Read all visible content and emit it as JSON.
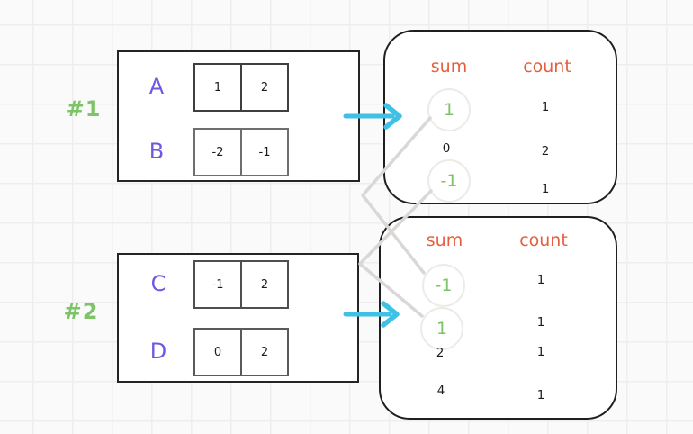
{
  "colors": {
    "accent_green": "#7cc467",
    "accent_purple": "#7158e2",
    "accent_orange": "#e55f3e",
    "accent_cyan": "#3ec1e4",
    "connector_gray": "#d9d8d6"
  },
  "groups": [
    {
      "tag": "#1",
      "arrays": [
        {
          "name": "A",
          "values": [
            "1",
            "2"
          ]
        },
        {
          "name": "B",
          "values": [
            "-2",
            "-1"
          ]
        }
      ]
    },
    {
      "tag": "#2",
      "arrays": [
        {
          "name": "C",
          "values": [
            "-1",
            "2"
          ]
        },
        {
          "name": "D",
          "values": [
            "0",
            "2"
          ]
        }
      ]
    }
  ],
  "maps": [
    {
      "sum_header": "sum",
      "count_header": "count",
      "entries": [
        {
          "sum": "1",
          "count": "1",
          "highlighted": true
        },
        {
          "sum": "0",
          "count": "2",
          "highlighted": false
        },
        {
          "sum": "-1",
          "count": "1",
          "highlighted": true
        }
      ]
    },
    {
      "sum_header": "sum",
      "count_header": "count",
      "entries": [
        {
          "sum": "-1",
          "count": "1",
          "highlighted": true
        },
        {
          "sum": "1",
          "count": "1",
          "highlighted": true
        },
        {
          "sum": "2",
          "count": "1",
          "highlighted": false
        },
        {
          "sum": "4",
          "count": "1",
          "highlighted": false
        }
      ]
    }
  ],
  "connections": [
    {
      "from": "map1-sum-1",
      "to": "map2-sum--1"
    },
    {
      "from": "map1-sum--1",
      "to": "map2-sum-1"
    }
  ],
  "arrows": [
    {
      "name": "group1-to-map1",
      "direction": "right"
    },
    {
      "name": "group2-to-map2",
      "direction": "right"
    }
  ]
}
